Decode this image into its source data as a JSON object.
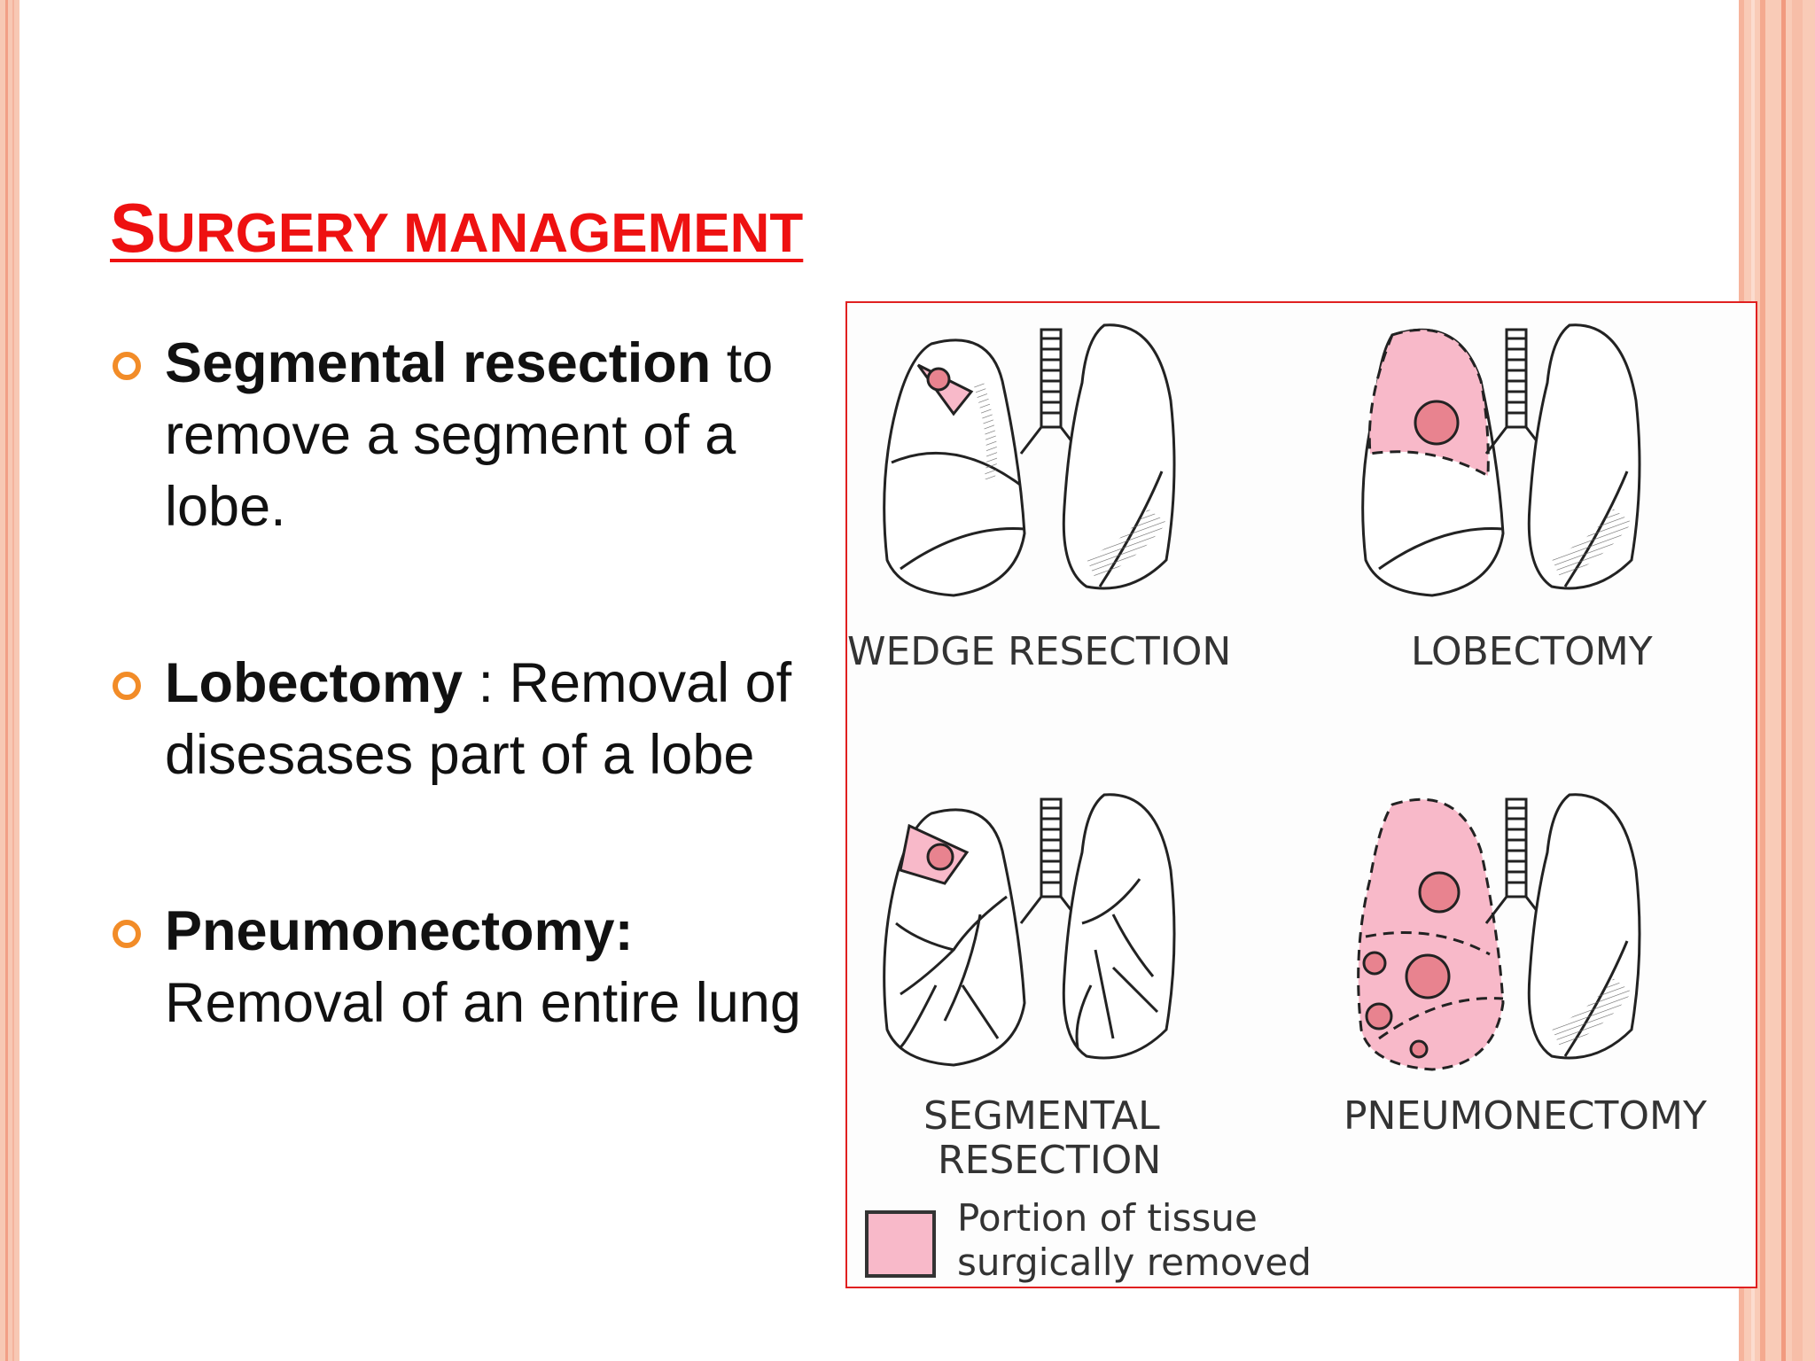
{
  "slide": {
    "title_first_letter": "S",
    "title_rest": "URGERY MANAGEMENT",
    "bullets": [
      {
        "bold": "Segmental resection",
        "text": " to remove a segment of a lobe."
      },
      {
        "bold": "Lobectomy",
        "text": " : Removal of disesases part of a lobe"
      },
      {
        "bold": "Pneumonectomy:",
        "text": " Removal of an entire lung"
      }
    ]
  },
  "figure": {
    "labels": {
      "wedge": "WEDGE RESECTION",
      "lobectomy": "LOBECTOMY",
      "segmental_1": "SEGMENTAL",
      "segmental_2": "RESECTION",
      "pneumonectomy": "PNEUMONECTOMY"
    },
    "legend_line1": "Portion of tissue",
    "legend_line2": "surgically removed"
  },
  "colors": {
    "title": "#ee1111",
    "bullet": "#f28c28",
    "removed_tissue": "#f8b9c9",
    "frame": "#e02020"
  }
}
